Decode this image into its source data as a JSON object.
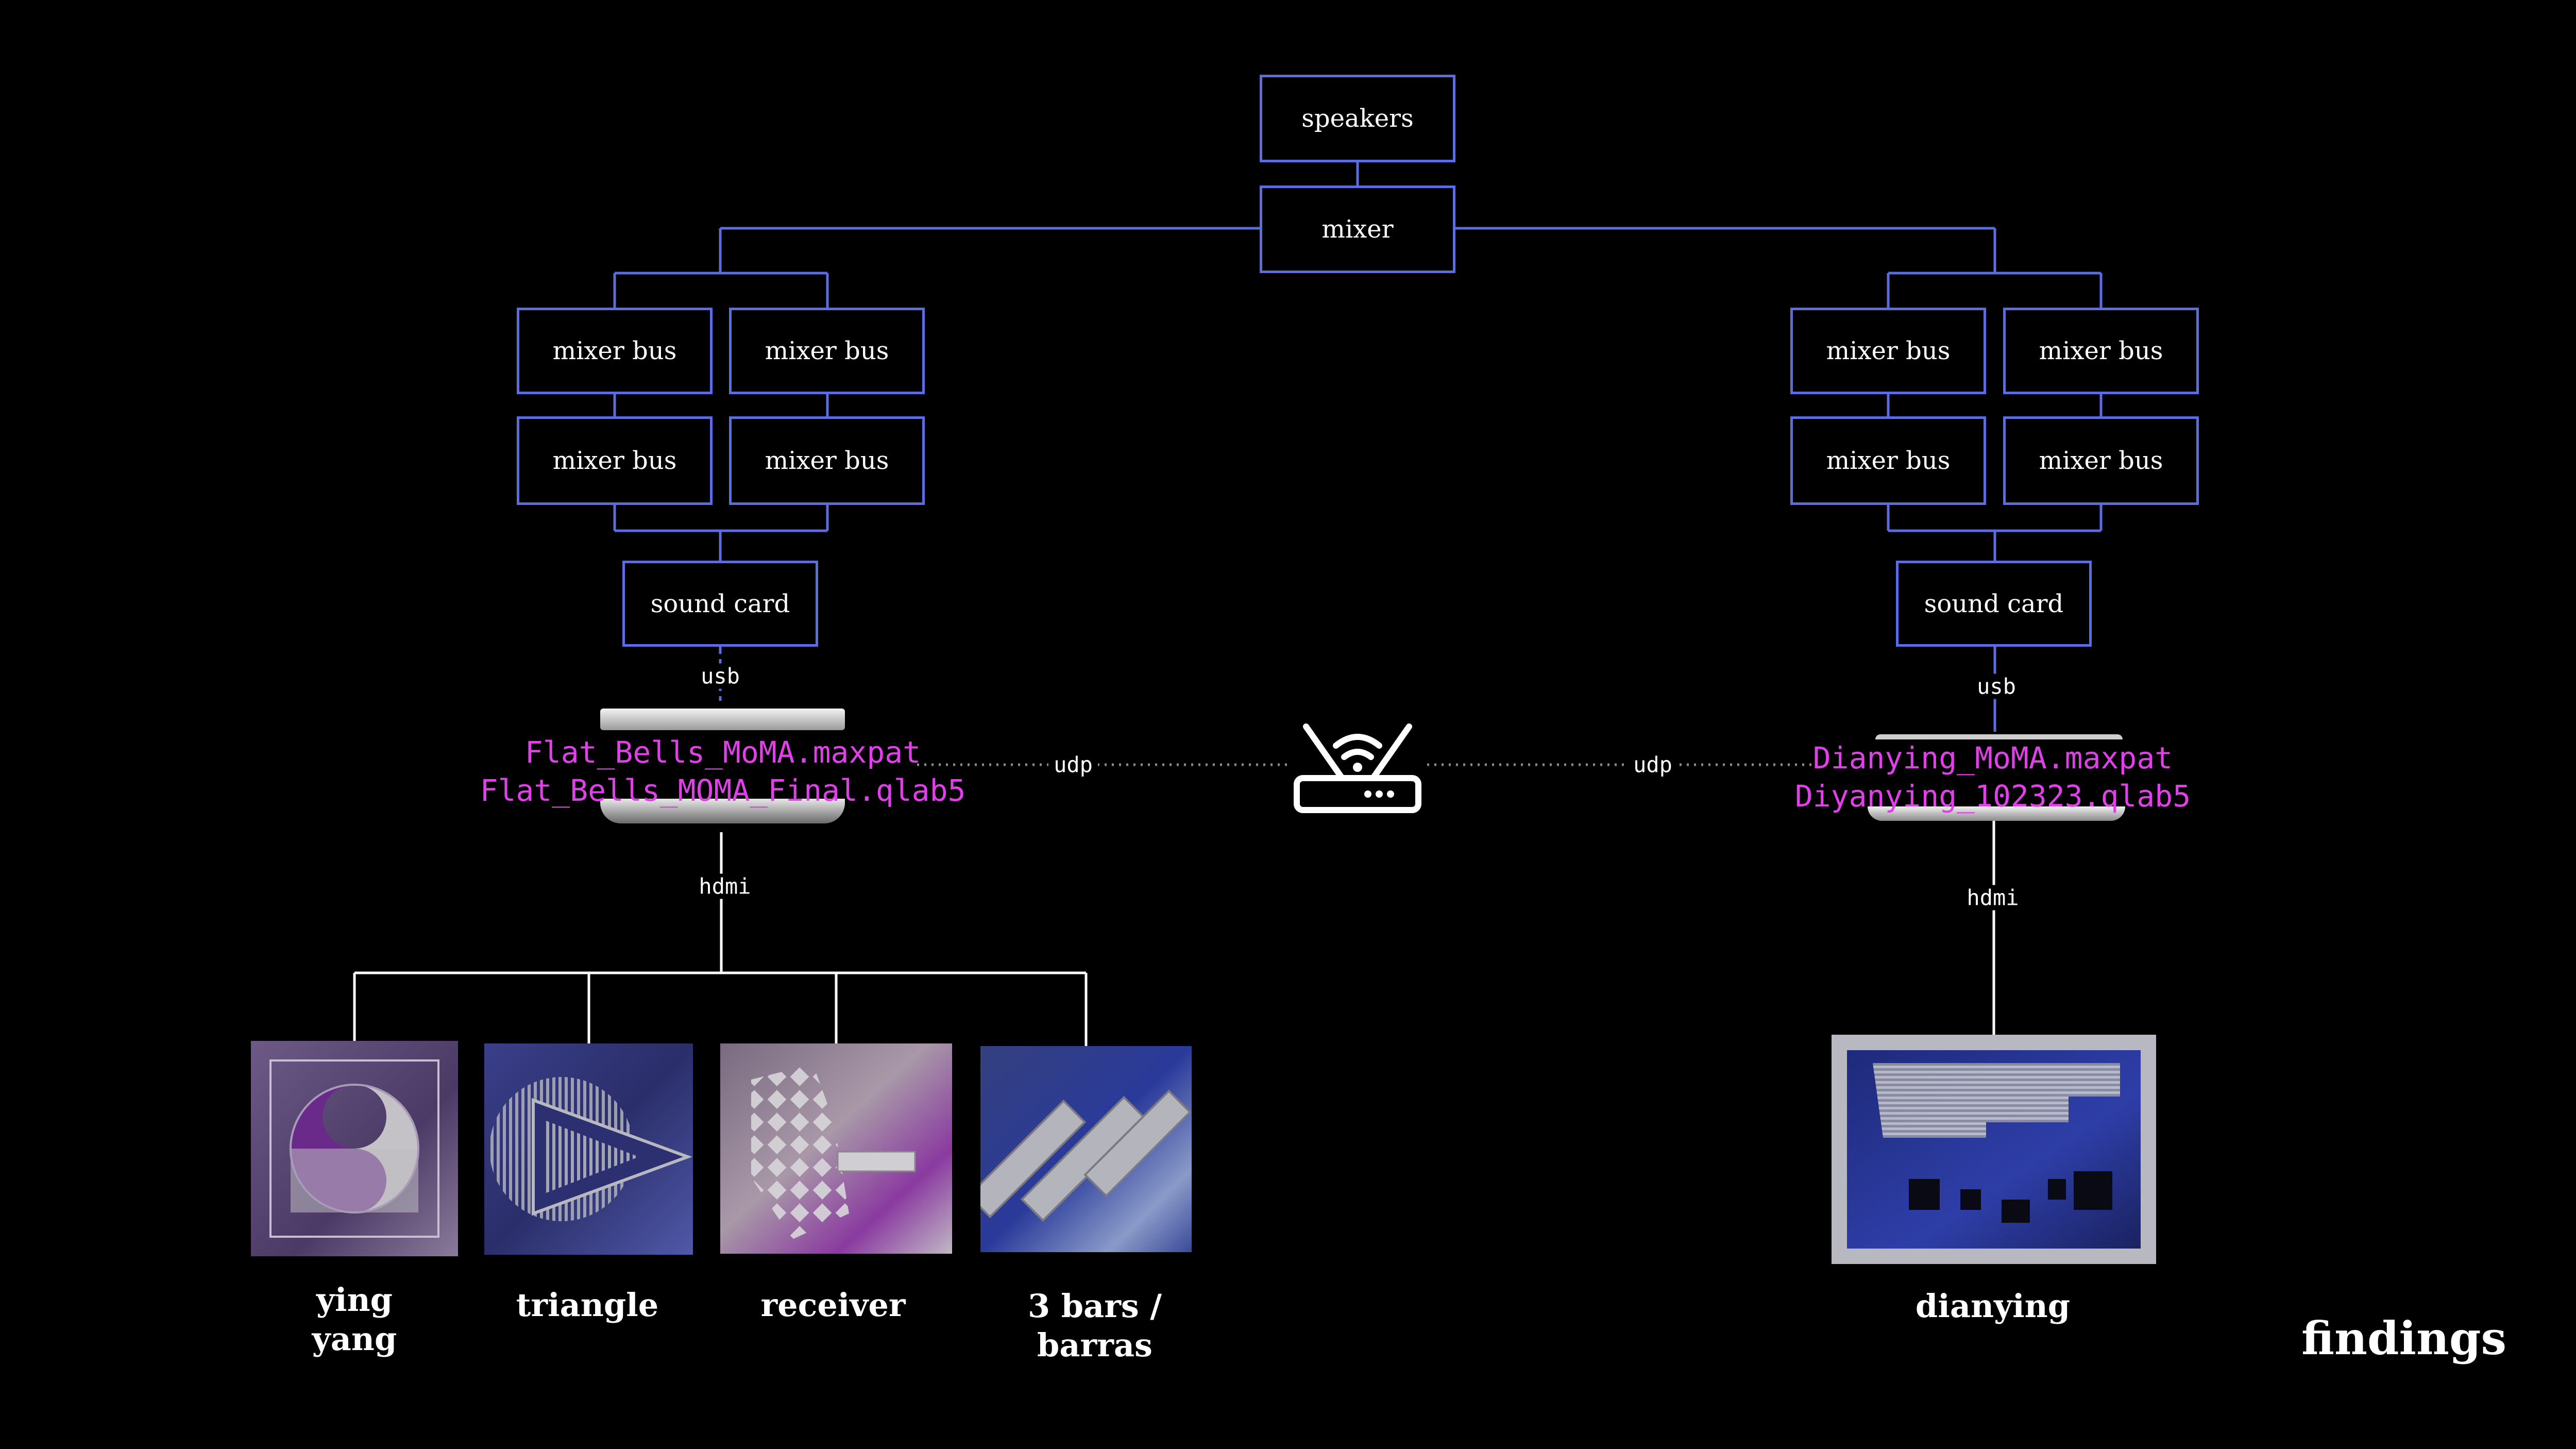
{
  "top": {
    "speakers": "speakers",
    "mixer": "mixer"
  },
  "left": {
    "buses": [
      "mixer bus",
      "mixer bus",
      "mixer bus",
      "mixer bus"
    ],
    "sound_card": "sound card",
    "usb": "usb",
    "patch_lines": [
      "Flat_Bells_MoMA.maxpat",
      "Flat_Bells_MOMA_Final.qlab5"
    ],
    "udp": "udp",
    "hdmi": "hdmi"
  },
  "right": {
    "buses": [
      "mixer bus",
      "mixer bus",
      "mixer bus",
      "mixer bus"
    ],
    "sound_card": "sound card",
    "usb": "usb",
    "patch_lines": [
      "Dianying_MoMA.maxpat",
      "Diyanying_102323.qlab5"
    ],
    "udp": "udp",
    "hdmi": "hdmi"
  },
  "router_icon": "wifi-router-icon",
  "plates": [
    {
      "caption": [
        "ying",
        "yang"
      ],
      "icon": "yin-yang-plate-image"
    },
    {
      "caption": [
        "triangle"
      ],
      "icon": "triangle-plate-image"
    },
    {
      "caption": [
        "receiver"
      ],
      "icon": "receiver-plate-image"
    },
    {
      "caption": [
        "3 bars /",
        "barras"
      ],
      "icon": "three-bars-plate-image"
    },
    {
      "caption": [
        "dianying"
      ],
      "icon": "dianying-plate-image"
    }
  ],
  "footer": {
    "label": "findings"
  },
  "colors": {
    "box_border": "#5a6ee0",
    "patch_text": "#e040e8",
    "background": "#000000",
    "wire_white": "#ffffff"
  }
}
